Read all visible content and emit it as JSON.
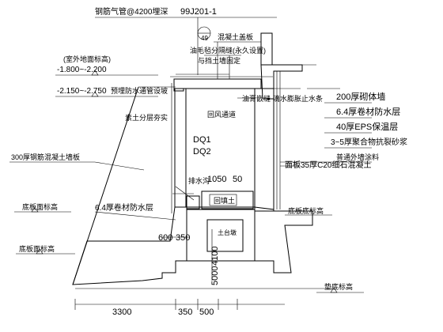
{
  "labels": {
    "top_note": "钢筋气管@4200埋深",
    "top_code": "99J201-1",
    "detail_num": "49",
    "slab_top": "混凝土盖板",
    "joint_a": "油毛毡分隔缝(永久设置)",
    "joint_b": "与挡土墙固定",
    "drip": "油膏嵌缝",
    "plaster": "滴水膨胀止水条",
    "outdoor_a": "(室外地面标高)",
    "outdoor_b": "-1.800~-2.200",
    "lvl2": "-2.150~-2.750",
    "waterproof_pipe": "预埋防水通管设坡",
    "compact": "素土分层夯实",
    "channel": "回风通道",
    "dq1": "DQ1",
    "dq2": "DQ2",
    "drain": "排水沟",
    "wall_300": "300厚钢筋混凝土墙板",
    "dim_1050": "1050",
    "dim_50": "50",
    "backfill": "回填土",
    "waterproof_64": "6.4厚卷材防水层",
    "pad": "土台墩",
    "dim_600": "600",
    "dim_350": "350",
    "bottom_l": "底板面标高",
    "bottom_r": "底板底标高",
    "dim_4100": "4100",
    "dim_5000": "5000",
    "dim_3300": "3300",
    "dim_350b": "350",
    "dim_500": "500",
    "base_lvl": "垫底标高",
    "layer1": "200厚砌体墙",
    "layer2": "6.4厚卷材防水层",
    "layer3": "40厚EPS保温层",
    "layer4": "3~5厚聚合物抗裂砂浆",
    "layer5": "普通外墙涂料",
    "c20": "面板35厚C20细石混凝土",
    "bottom_slab": "底板面标高"
  }
}
